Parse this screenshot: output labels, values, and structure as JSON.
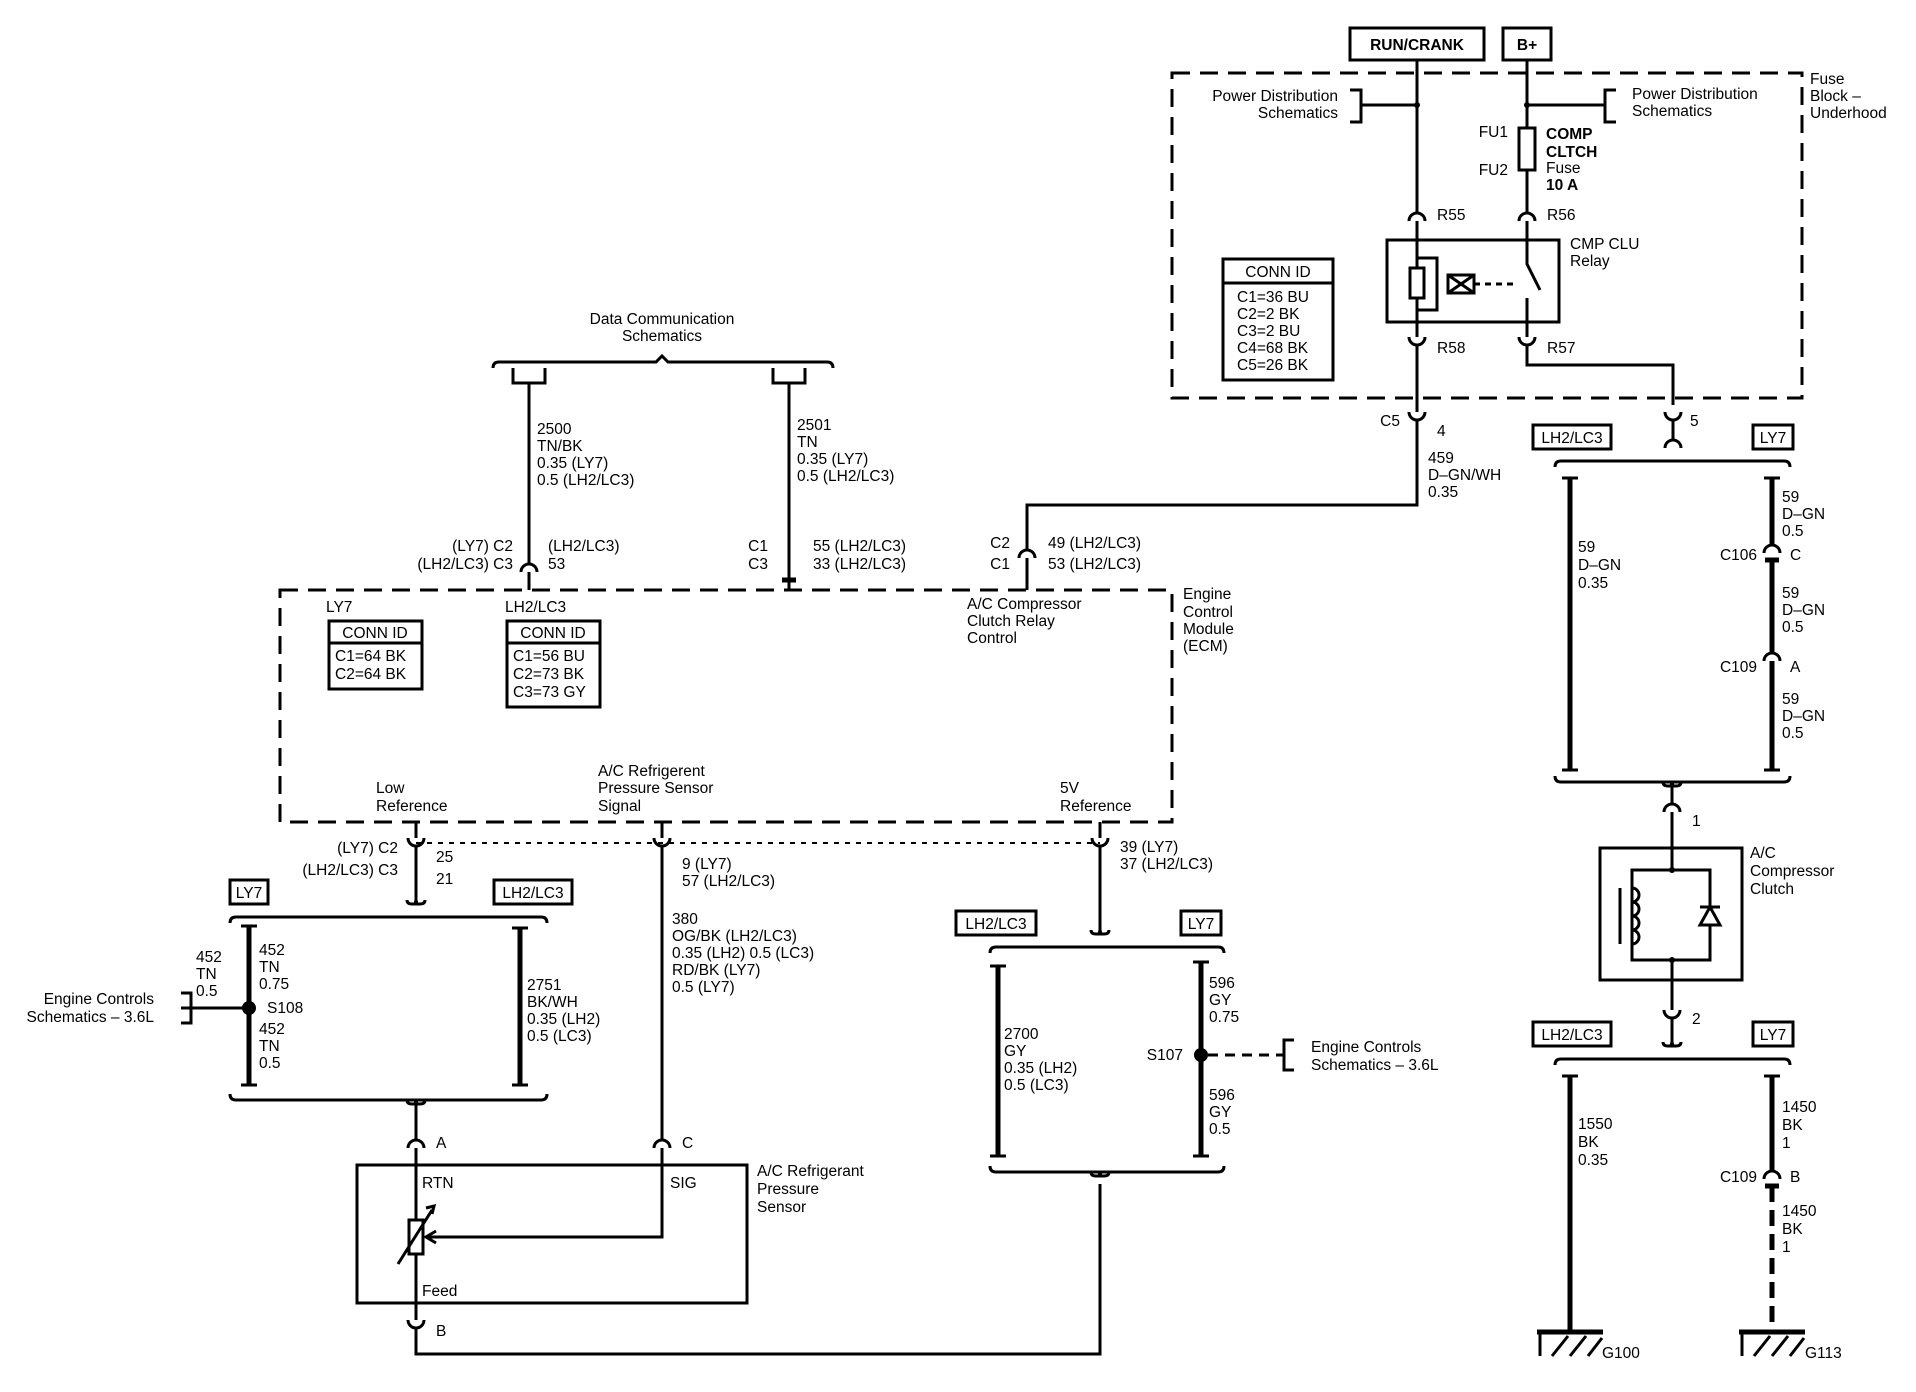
{
  "sources": {
    "run_crank": "RUN/CRANK",
    "bplus": "B+"
  },
  "fuse_block": {
    "title": [
      "Fuse",
      "Block –",
      "Underhood"
    ],
    "power_dist_left": [
      "Power Distribution",
      "Schematics"
    ],
    "power_dist_right": [
      "Power Distribution",
      "Schematics"
    ],
    "fuse_pins": {
      "fu1": "FU1",
      "fu2": "FU2"
    },
    "fuse_label": [
      "COMP",
      "CLTCH",
      "Fuse",
      "10 A"
    ],
    "relay_label": [
      "CMP CLU",
      "Relay"
    ],
    "pins": {
      "r55": "R55",
      "r56": "R56",
      "r58": "R58",
      "r57": "R57"
    },
    "conn_id": {
      "title": "CONN ID",
      "rows": [
        "C1=36 BU",
        "C2=2 BK",
        "C3=2 BU",
        "C4=68 BK",
        "C5=26 BK"
      ]
    }
  },
  "fuse_block_out": {
    "c5": "C5",
    "pin4": "4",
    "pin5": "5",
    "wire459": [
      "459",
      "D–GN/WH",
      "0.35"
    ]
  },
  "data_comm": {
    "title": [
      "Data Communication",
      "Schematics"
    ],
    "wire2500": [
      "2500",
      "TN/BK",
      "0.35 (LY7)",
      "0.5 (LH2/LC3)"
    ],
    "wire2501": [
      "2501",
      "TN",
      "0.35 (LY7)",
      "0.5 (LH2/LC3)"
    ]
  },
  "ecm_pins": {
    "left_conn": [
      "(LY7) C2",
      "(LH2/LC3) C3"
    ],
    "left_pin": [
      "(LH2/LC3)",
      "53"
    ],
    "mid_conn": [
      "C1",
      "C3"
    ],
    "mid_pin": [
      "55 (LH2/LC3)",
      "33 (LH2/LC3)"
    ],
    "right_conn": [
      "C2",
      "C1"
    ],
    "right_pin": [
      "49 (LH2/LC3)",
      "53 (LH2/LC3)"
    ]
  },
  "ecm": {
    "title": [
      "Engine",
      "Control",
      "Module",
      "(ECM)"
    ],
    "ly7_label": "LY7",
    "lh2_label": "LH2/LC3",
    "conn_id_ly7": {
      "title": "CONN ID",
      "rows": [
        "C1=64 BK",
        "C2=64 BK"
      ]
    },
    "conn_id_lh2": {
      "title": "CONN ID",
      "rows": [
        "C1=56 BU",
        "C2=73 BK",
        "C3=73 GY"
      ]
    },
    "ac_relay_ctrl": [
      "A/C Compressor",
      "Clutch Relay",
      "Control"
    ],
    "low_ref": [
      "Low",
      "Reference"
    ],
    "pressure_signal": [
      "A/C Refrigerent",
      "Pressure Sensor",
      "Signal"
    ],
    "five_v_ref": [
      "5V",
      "Reference"
    ]
  },
  "ecm_bottom": {
    "low_conn": [
      "(LY7) C2",
      "(LH2/LC3) C3"
    ],
    "low_pin": [
      "25",
      "21"
    ],
    "sig_pin": [
      "9 (LY7)",
      "57 (LH2/LC3)"
    ],
    "ref_pin": [
      "39 (LY7)",
      "37 (LH2/LC3)"
    ]
  },
  "left_branch": {
    "ly7": "LY7",
    "lh2": "LH2/LC3",
    "wire452_in": [
      "452",
      "TN",
      "0.5"
    ],
    "wire452_top": [
      "452",
      "TN",
      "0.75"
    ],
    "wire452_bot": [
      "452",
      "TN",
      "0.5"
    ],
    "splice": "S108",
    "engine_controls": [
      "Engine Controls",
      "Schematics – 3.6L"
    ],
    "wire2751": [
      "2751",
      "BK/WH",
      "0.35 (LH2)",
      "0.5 (LC3)"
    ]
  },
  "sig_wire": {
    "wire380": [
      "380",
      "OG/BK (LH2/LC3)",
      "0.35 (LH2) 0.5 (LC3)",
      "RD/BK (LY7)",
      "0.5 (LY7)"
    ]
  },
  "sensor": {
    "label": [
      "A/C Refrigerant",
      "Pressure",
      "Sensor"
    ],
    "rtn": "RTN",
    "sig": "SIG",
    "feed": "Feed",
    "pin_a": "A",
    "pin_c": "C",
    "pin_b": "B"
  },
  "ref_branch": {
    "lh2": "LH2/LC3",
    "ly7": "LY7",
    "wire2700": [
      "2700",
      "GY",
      "0.35 (LH2)",
      "0.5 (LC3)"
    ],
    "wire596_top": [
      "596",
      "GY",
      "0.75"
    ],
    "wire596_bot": [
      "596",
      "GY",
      "0.5"
    ],
    "splice": "S107",
    "engine_controls": [
      "Engine Controls",
      "Schematics – 3.6L"
    ]
  },
  "clutch_upper": {
    "lh2": "LH2/LC3",
    "ly7": "LY7",
    "wire59_lh2": [
      "59",
      "D–GN",
      "0.35"
    ],
    "wire59_a": [
      "59",
      "D–GN",
      "0.5"
    ],
    "wire59_b": [
      "59",
      "D–GN",
      "0.5"
    ],
    "wire59_c": [
      "59",
      "D–GN",
      "0.5"
    ],
    "c106": "C106",
    "c106_pin": "C",
    "c109": "C109",
    "c109_pin": "A",
    "pin1": "1"
  },
  "clutch": {
    "label": [
      "A/C",
      "Compressor",
      "Clutch"
    ],
    "pin2": "2"
  },
  "clutch_lower": {
    "lh2": "LH2/LC3",
    "ly7": "LY7",
    "wire1550": [
      "1550",
      "BK",
      "0.35"
    ],
    "wire1450_a": [
      "1450",
      "BK",
      "1"
    ],
    "wire1450_b": [
      "1450",
      "BK",
      "1"
    ],
    "c109": "C109",
    "c109_pin": "B",
    "g100": "G100",
    "g113": "G113"
  }
}
